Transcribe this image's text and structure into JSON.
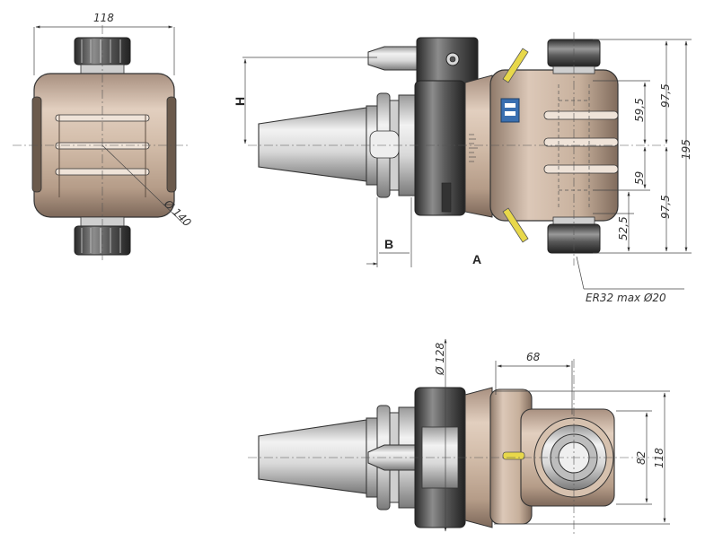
{
  "labels": {
    "front_width": "118",
    "diameter_140": "Ø 140",
    "H": "H",
    "B": "B",
    "A": "A",
    "dim_97_5_top": "97,5",
    "dim_59_5": "59,5",
    "dim_195": "195",
    "dim_59": "59",
    "dim_97_5_bottom": "97,5",
    "dim_52_5": "52,5",
    "collet_note": "ER32 max Ø20",
    "diameter_128": "Ø 128",
    "dim_68": "68",
    "dim_82": "82",
    "dim_118_side": "118"
  },
  "colors": {
    "body_tan": "#c9b29e",
    "body_tan_dark": "#8f7a6a",
    "steel_dark": "#3c3c3c",
    "steel_light": "#e6e6e6",
    "accent_yellow": "#e8d84a",
    "logo_blue": "#3a6fb0"
  }
}
